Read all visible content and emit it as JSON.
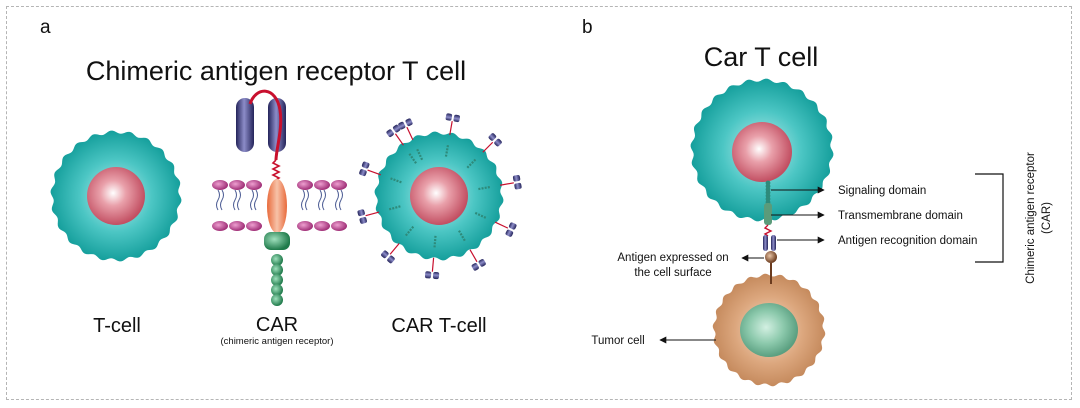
{
  "panel_a": {
    "letter": "a",
    "title": "Chimeric antigen receptor T cell",
    "tcell_label": "T-cell",
    "car_label": "CAR",
    "car_sublabel": "(chimeric antigen receptor)",
    "cart_label": "CAR T-cell"
  },
  "panel_b": {
    "letter": "b",
    "title": "Car T cell",
    "signaling": "Signaling domain",
    "transmembrane": "Transmembrane domain",
    "recognition": "Antigen recognition domain",
    "antigen_line1": "Antigen expressed on",
    "antigen_line2": "the cell surface",
    "tumor": "Tumor cell",
    "car_bracket_line1": "Chimeric antigen receptor",
    "car_bracket_line2": "(CAR)"
  },
  "colors": {
    "tcell_outer": "#1aa6a3",
    "tcell_inner": "#c75a6a",
    "tumor_outer": "#c98f63",
    "tumor_inner": "#5fa88c",
    "membrane_head": "#b0387e",
    "receptor_dark": "#2e2d66",
    "tail_green": "#2e8a5a",
    "link_red": "#c8102e"
  }
}
